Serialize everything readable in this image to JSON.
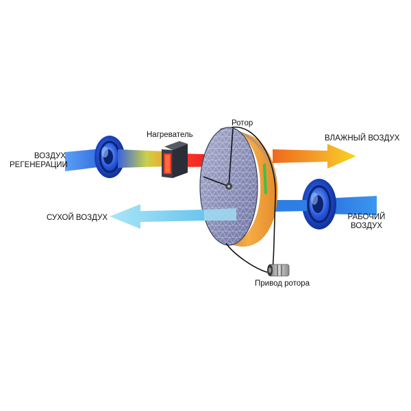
{
  "labels": {
    "regen_air_line1": "ВОЗДУХ",
    "regen_air_line2": "РЕГЕНЕРАЦИИ",
    "heater": "Нагреватель",
    "rotor": "Ротор",
    "humid_air": "ВЛАЖНЫЙ ВОЗДУХ",
    "dry_air": "СУХОЙ ВОЗДУХ",
    "process_air_line1": "РАБОЧИЙ",
    "process_air_line2": "ВОЗДУХ",
    "rotor_drive": "Привод ротора"
  },
  "colors": {
    "regen_flow": "#2f6fe0",
    "heated_flow": "#e8242b",
    "humid_flow_start": "#f07a1a",
    "humid_flow_end": "#f7d21e",
    "dry_flow": "#8fd8f2",
    "process_flow": "#2f8fe8",
    "fan": "#1f4fd8",
    "rotor_face": "#8a90b8",
    "rotor_rim": "#f0a13c"
  },
  "icons": {
    "fan": "centrifugal-fan-icon",
    "heater": "heater-icon",
    "rotor": "desiccant-rotor-icon",
    "motor": "drive-motor-icon"
  }
}
